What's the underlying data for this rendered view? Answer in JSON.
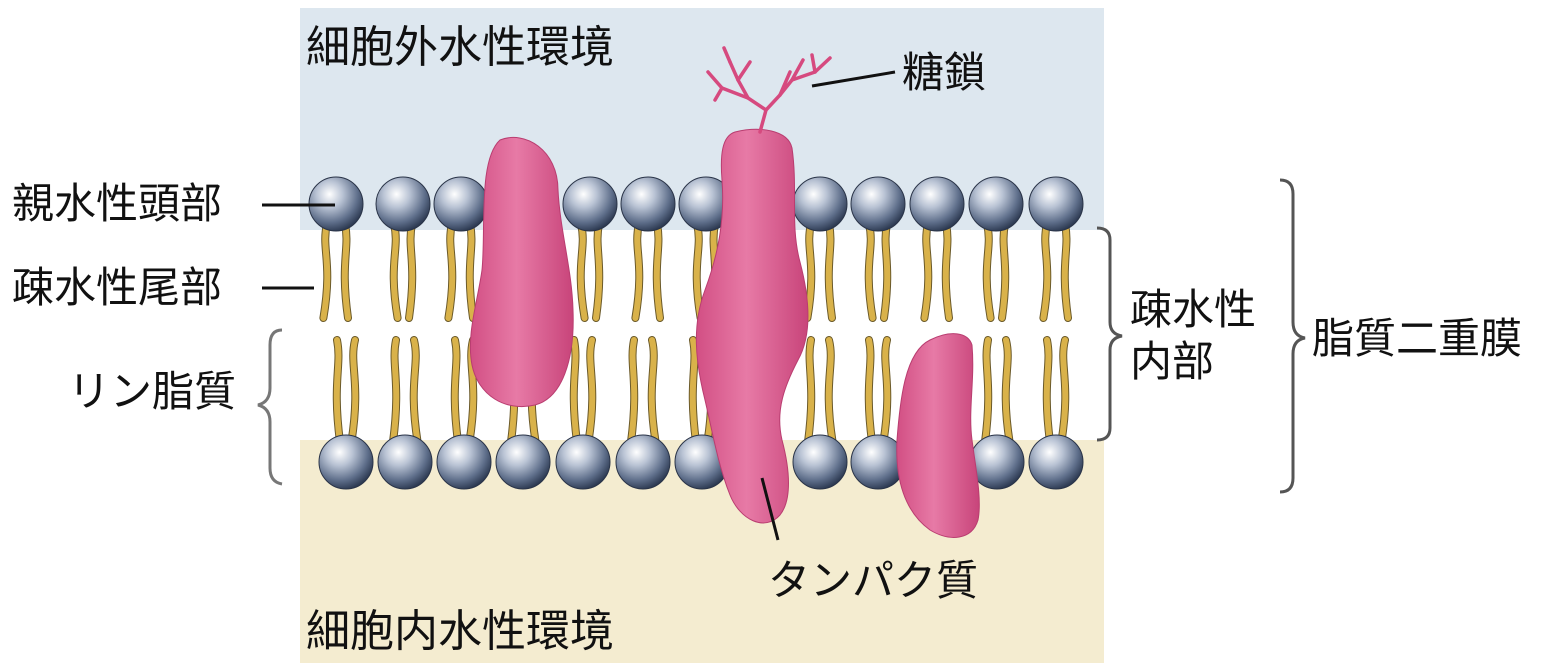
{
  "regions": {
    "extracellular": "細胞外水性環境",
    "intracellular": "細胞内水性環境"
  },
  "labels": {
    "hydrophilic_head": "親水性頭部",
    "hydrophobic_tail": "疎水性尾部",
    "phospholipid": "リン脂質",
    "glycan": "糖鎖",
    "hydrophobic_interior_line1": "疎水性",
    "hydrophobic_interior_line2": "内部",
    "lipid_bilayer": "脂質二重膜",
    "protein": "タンパク質"
  },
  "colors": {
    "extracellular_bg": "#dde7ef",
    "membrane_core_bg": "#ffffff",
    "intracellular_bg": "#f4ecd0",
    "protein": "#dd5e8f",
    "glycan": "#d64a7f",
    "head": "#5e6e8a",
    "tail": "#d9b24a"
  }
}
